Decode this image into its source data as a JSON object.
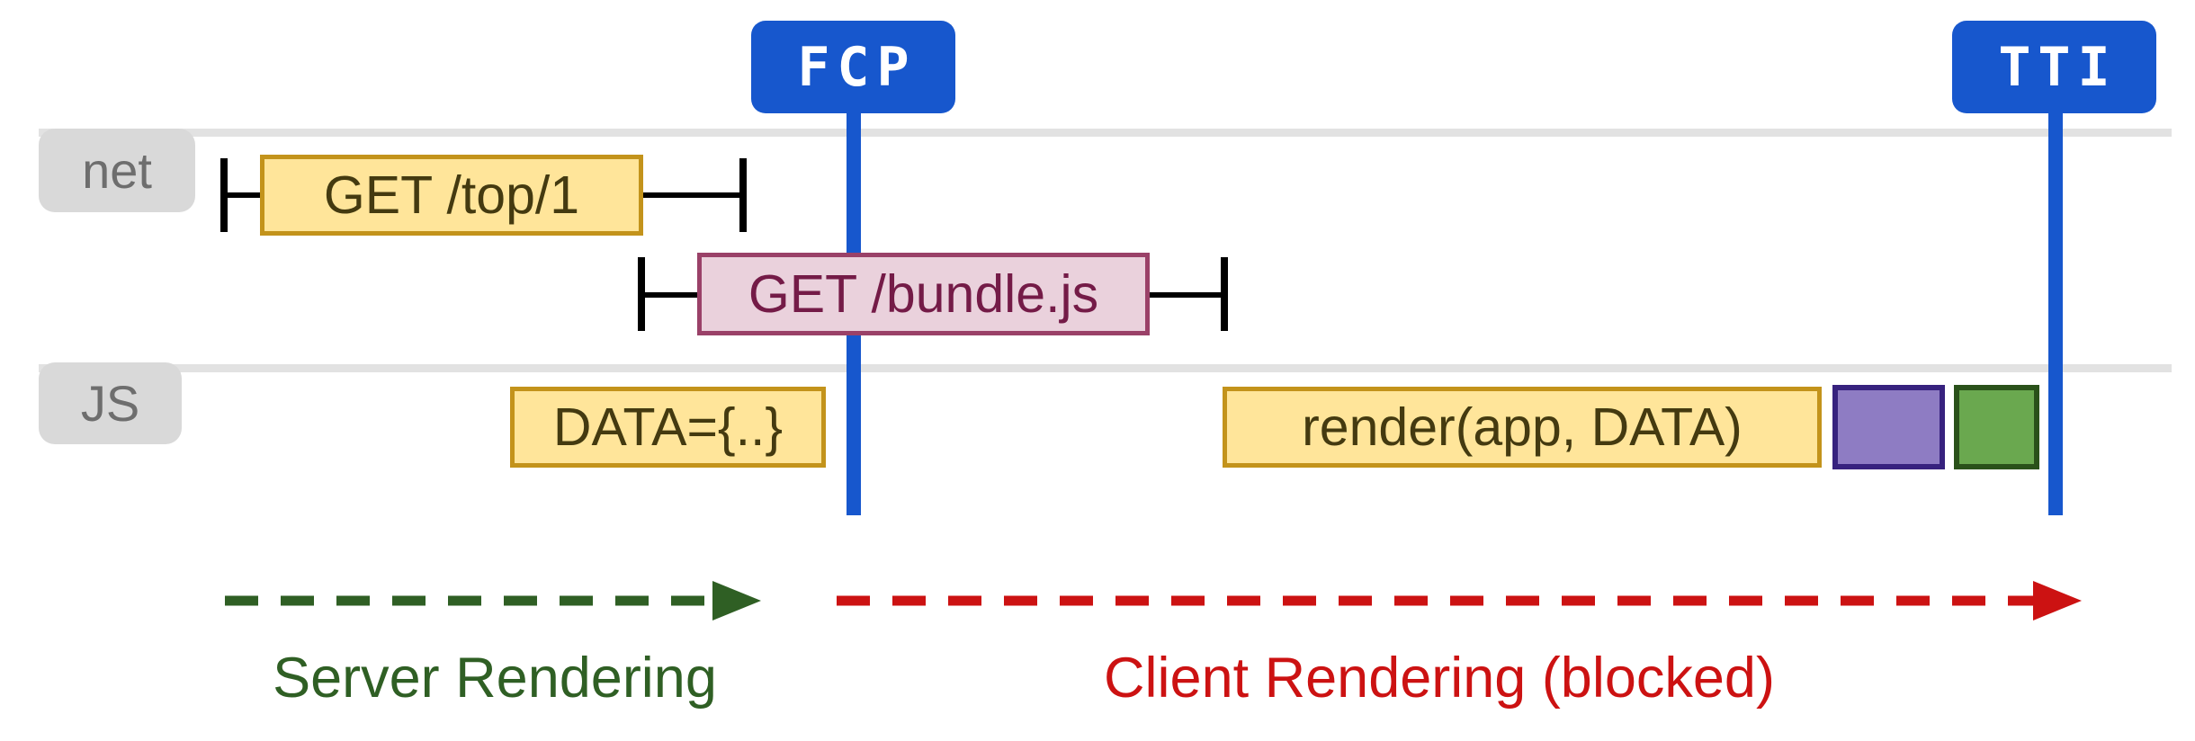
{
  "diagram": {
    "markers": {
      "fcp": {
        "label": "FCP",
        "color": "#1757cd",
        "text_color": "#ffffff"
      },
      "tti": {
        "label": "TTI",
        "color": "#1757cd",
        "text_color": "#ffffff"
      }
    },
    "lanes": {
      "net": {
        "label": "net"
      },
      "js": {
        "label": "JS"
      }
    },
    "lane_style": {
      "line_color": "#e2e2e2",
      "label_bg": "#d9d9d9",
      "label_text": "#6e6e6e"
    },
    "tick_color": "#000000",
    "tasks": {
      "get_top": {
        "label": "GET /top/1",
        "fill": "#ffe59a",
        "border": "#c3931b",
        "text_color": "#443a10"
      },
      "get_bundle": {
        "label": "GET /bundle.js",
        "fill": "#ead1dc",
        "border": "#9a4168",
        "text_color": "#741b47"
      },
      "data_assign": {
        "label": "DATA={..}",
        "fill": "#ffe59a",
        "border": "#c3931b",
        "text_color": "#443a10"
      },
      "render_call": {
        "label": "render(app, DATA)",
        "fill": "#ffe59a",
        "border": "#c3931b",
        "text_color": "#443a10"
      },
      "task_purple": {
        "label": "",
        "fill": "#8e7cc3",
        "border": "#37227e"
      },
      "task_green": {
        "label": "",
        "fill": "#6aa84f",
        "border": "#2a511a"
      }
    },
    "phases": {
      "server": {
        "label": "Server Rendering",
        "color": "#2f5f24"
      },
      "client": {
        "label": "Client Rendering (blocked)",
        "color": "#cc1212"
      }
    }
  }
}
